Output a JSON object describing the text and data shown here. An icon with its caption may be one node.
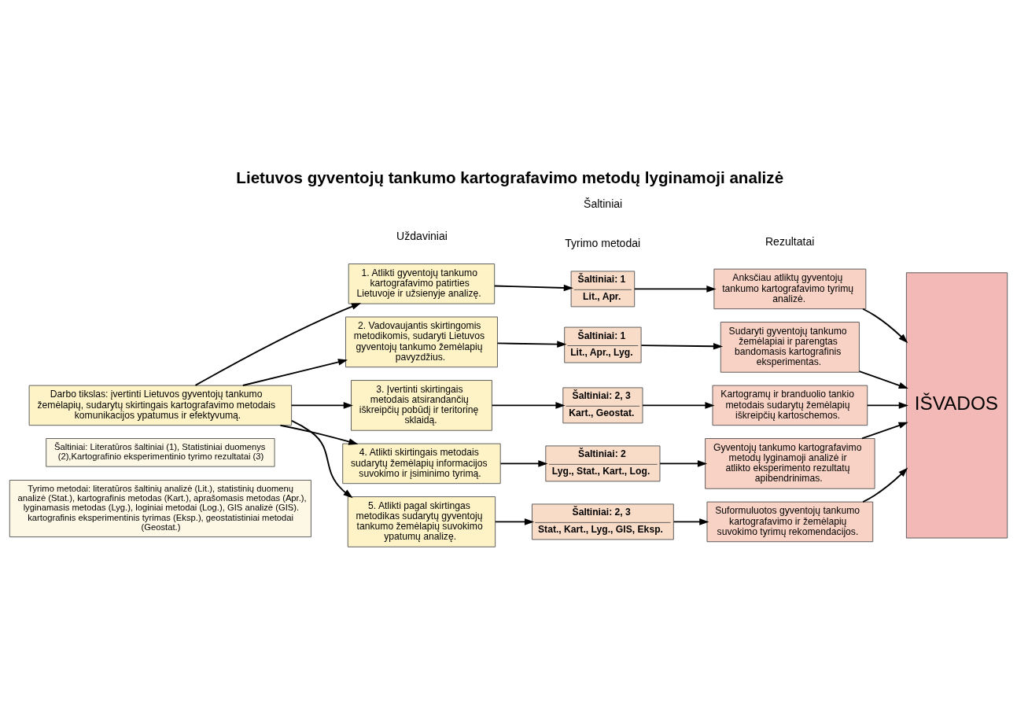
{
  "diagram": {
    "title": "Lietuvos gyventojų tankumo kartografavimo metodų lyginamoji analizė",
    "nodes": [
      {
        "text": [
          "Darbo tikslas: įvertinti Lietuvos gyventojų tankumo žemėlapių, sudarytų skirtingais kartografavimo metodais komunikacijos ypatumus ir efektyvumą."
        ]
      },
      {
        "text": [
          "1. Atlikti gyventojų tankumo kartografavimo patirties Lietuvoje ir užsienyje analizę."
        ]
      },
      {
        "text": [
          "2. Vadovaujantis skirtingomis metodikomis, sudaryti Lietuvos gyventojų tankumo žemėlapių pavyzdžius."
        ]
      },
      {
        "text": [
          "3. Įvertinti skirtingais metodais atsirandančių iškreipčių pobūdį ir teritorinę sklaidą."
        ]
      },
      {
        "text": [
          "4. Atlikti skirtingais metodais sudarytų žemėlapių informacijos suvokimo ir įsiminimo tyrimą."
        ]
      },
      {
        "text": [
          "5. Atlikti pagal skirtingas metodikas sudarytų gyventojų tankumo žemėlapių suvokimo ypatumų analizę."
        ]
      },
      {
        "text": [
          "Šaltiniai: 1",
          "Lit., Apr."
        ]
      },
      {
        "text": [
          "Šaltiniai: 1",
          "Lit., Apr., Lyg."
        ]
      },
      {
        "text": [
          "Šaltiniai: 2, 3",
          "Kart., Geostat."
        ]
      },
      {
        "text": [
          "Šaltiniai: 2",
          "Lyg., Stat., Kart., Log."
        ]
      },
      {
        "text": [
          "Šaltiniai: 2, 3",
          "Stat., Kart., Lyg., GIS, Eksp."
        ]
      },
      {
        "text": [
          "Anksčiau atliktų gyventojų tankumo kartografavimo tyrimų analizė."
        ]
      },
      {
        "text": [
          "Sudaryti gyventojų tankumo žemėlapiai ir parengtas bandomasis kartografinis eksperimentas."
        ]
      },
      {
        "text": [
          "Kartogramų ir branduolio tankio metodais sudarytų žemėlapių iškreipčių kartoschemos."
        ]
      },
      {
        "text": [
          "Gyventojų tankumo kartografavimo metodų lyginamoji analizė ir atlikto eksperimento rezultatų apibendrinimas."
        ]
      },
      {
        "text": [
          "Suformuluotos gyventojų tankumo kartografavimo ir žemėlapių suvokimo tyrimų rekomendacijos."
        ]
      },
      {
        "text": [
          "IŠVADOS"
        ]
      }
    ],
    "edges": [
      {
        "from": 0,
        "to": 1,
        "arrow": "to"
      },
      {
        "from": 0,
        "to": 2,
        "arrow": "to"
      },
      {
        "from": 0,
        "to": 3,
        "arrow": "to"
      },
      {
        "from": 0,
        "to": 4,
        "arrow": "to"
      },
      {
        "from": 0,
        "to": 5,
        "arrow": "to"
      },
      {
        "from": 1,
        "to": 6,
        "arrow": "to"
      },
      {
        "from": 2,
        "to": 7,
        "arrow": "to"
      },
      {
        "from": 3,
        "to": 8,
        "arrow": "to"
      },
      {
        "from": 4,
        "to": 9,
        "arrow": "to"
      },
      {
        "from": 5,
        "to": 10,
        "arrow": "to"
      },
      {
        "from": 6,
        "to": 11,
        "arrow": "to"
      },
      {
        "from": 7,
        "to": 12,
        "arrow": "to"
      },
      {
        "from": 8,
        "to": 13,
        "arrow": "to"
      },
      {
        "from": 9,
        "to": 14,
        "arrow": "to"
      },
      {
        "from": 10,
        "to": 15,
        "arrow": "to"
      },
      {
        "from": 11,
        "to": 16,
        "arrow": "to"
      },
      {
        "from": 12,
        "to": 16,
        "arrow": "to"
      },
      {
        "from": 13,
        "to": 16,
        "arrow": "to"
      },
      {
        "from": 14,
        "to": 16,
        "arrow": "to"
      },
      {
        "from": 15,
        "to": 16,
        "arrow": "to"
      }
    ],
    "labels": [
      "Uždaviniai",
      "Šaltiniai",
      "Tyrimo metodai",
      "Rezultatai",
      "Šaltiniai: Literatūros šaltiniai (1), Statistiniai duomenys (2),Kartografinio eksperimentinio tyrimo rezultatai (3)",
      "Tyrimo metodai: literatūros šaltinių analizė (Lit.), statistinių duomenų analizė (Stat.), kartografinis metodas (Kart.), aprašomasis metodas (Apr.), lyginamasis metodas (Lyg.), loginiai metodai (Log.), GIS analizė (GIS). kartografinis eksperimentinis tyrimas (Eksp.), geostatistiniai metodai (Geostat.)"
    ]
  }
}
